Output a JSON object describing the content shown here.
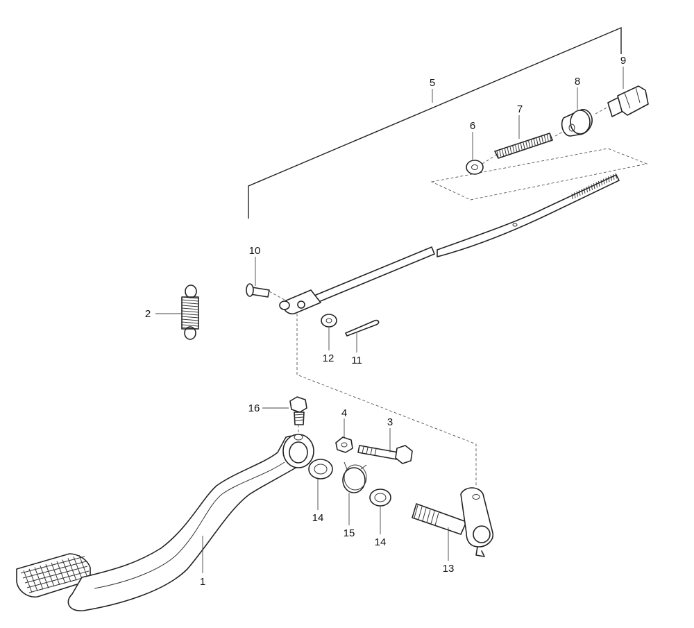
{
  "callouts": [
    {
      "id": "1",
      "label": "1"
    },
    {
      "id": "2",
      "label": "2"
    },
    {
      "id": "3",
      "label": "3"
    },
    {
      "id": "4",
      "label": "4"
    },
    {
      "id": "5",
      "label": "5"
    },
    {
      "id": "6",
      "label": "6"
    },
    {
      "id": "7",
      "label": "7"
    },
    {
      "id": "8",
      "label": "8"
    },
    {
      "id": "9",
      "label": "9"
    },
    {
      "id": "10",
      "label": "10"
    },
    {
      "id": "11",
      "label": "11"
    },
    {
      "id": "12",
      "label": "12"
    },
    {
      "id": "13",
      "label": "13"
    },
    {
      "id": "14a",
      "label": "14"
    },
    {
      "id": "14b",
      "label": "14"
    },
    {
      "id": "15",
      "label": "15"
    },
    {
      "id": "16",
      "label": "16"
    }
  ]
}
